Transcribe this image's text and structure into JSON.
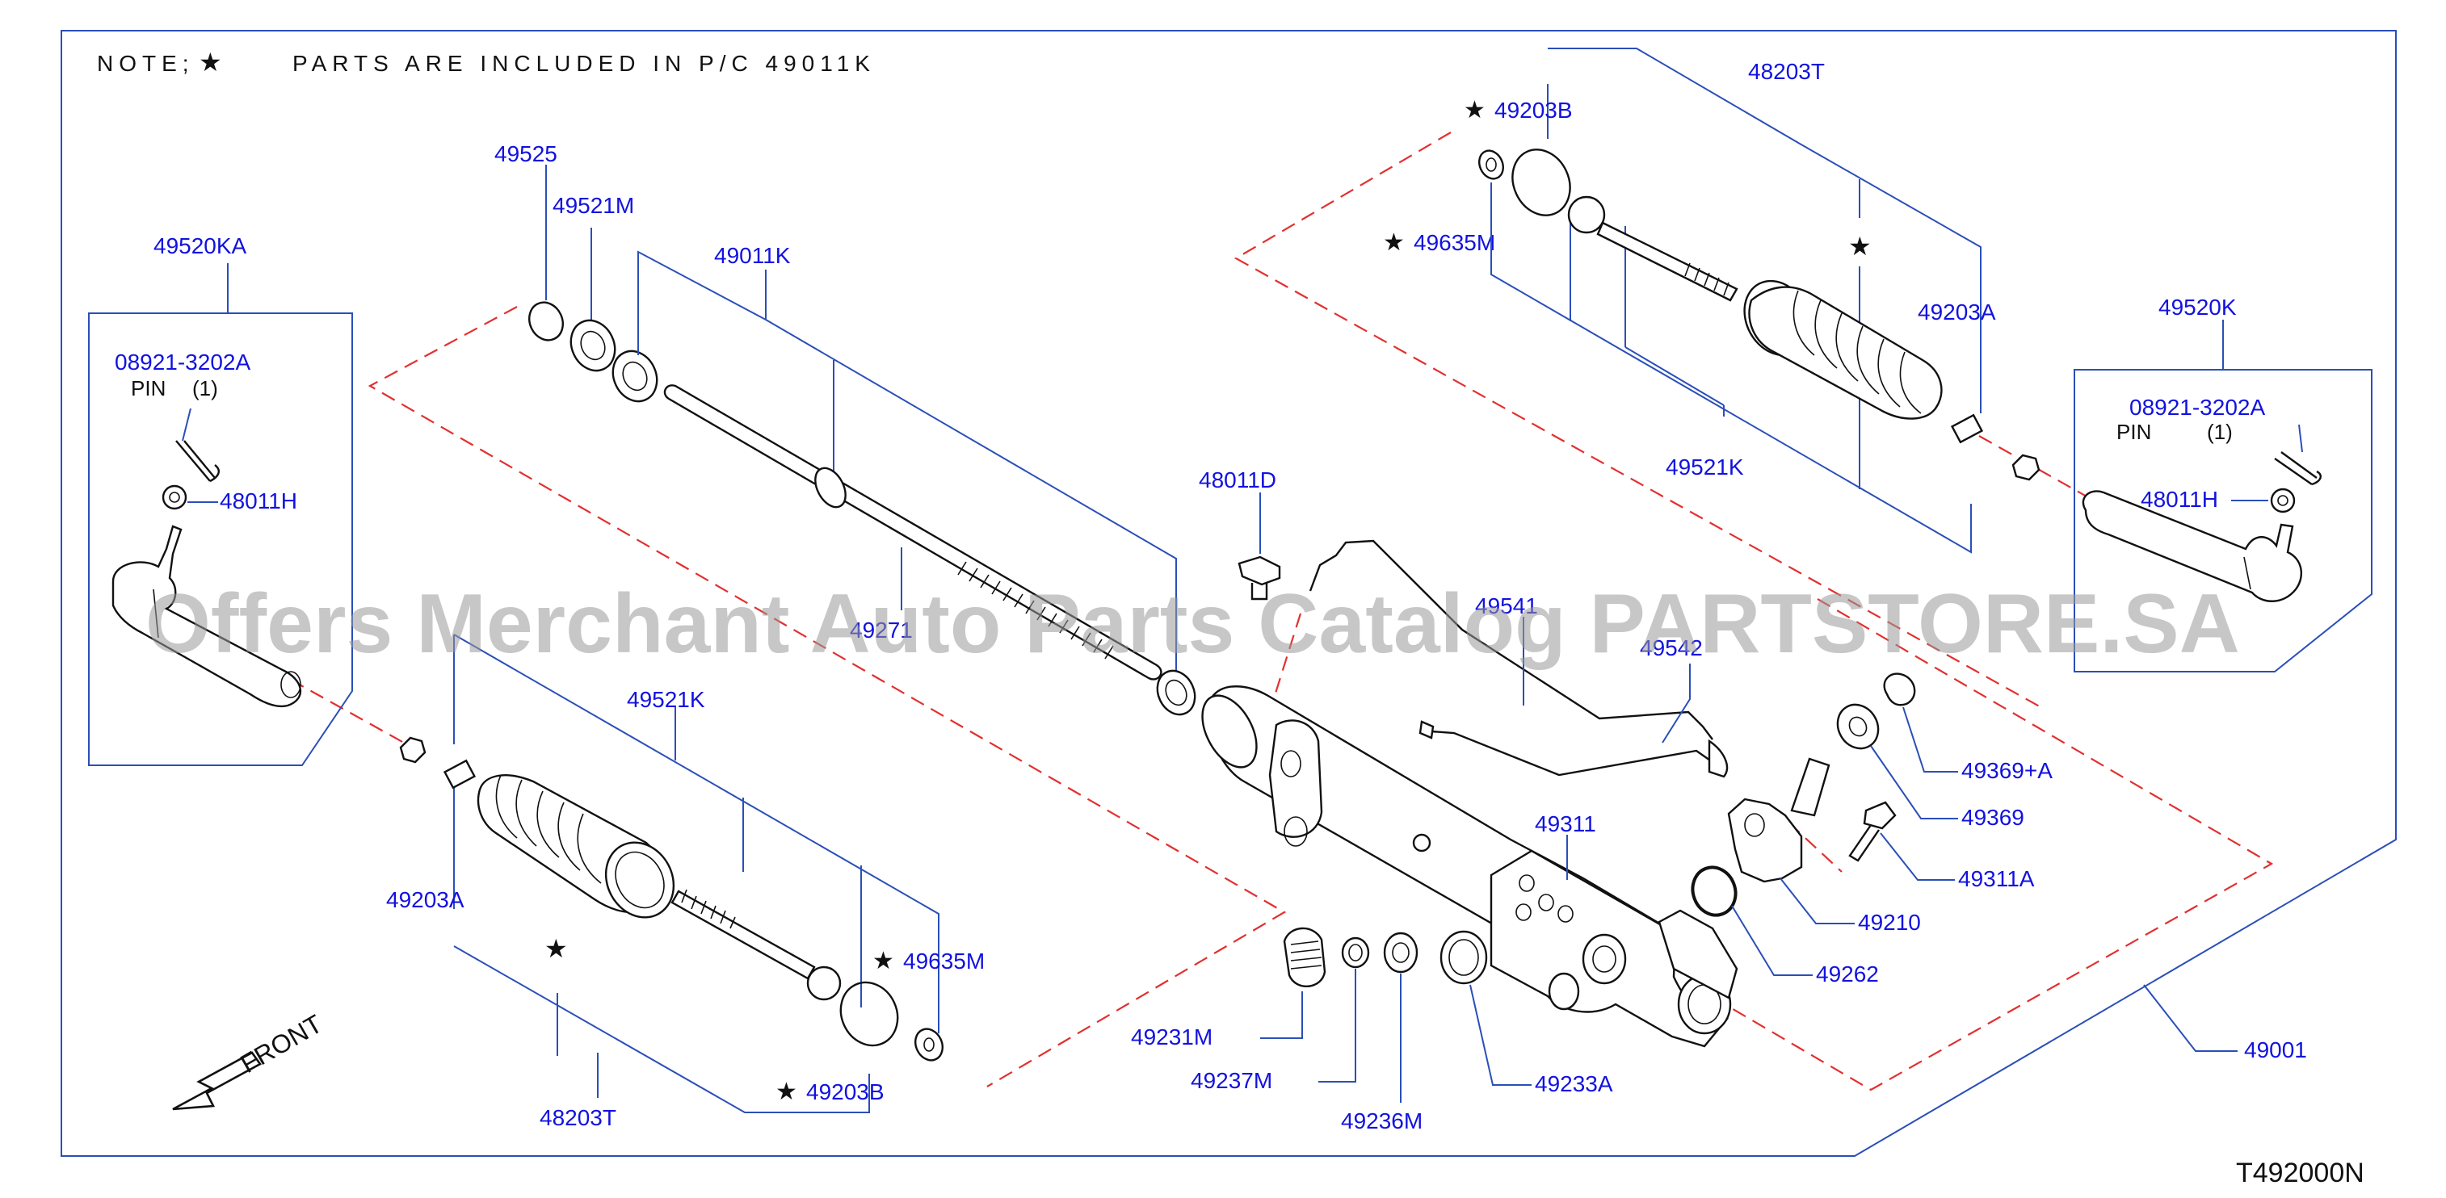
{
  "note": {
    "prefix": "NOTE;",
    "star": "★",
    "text": "PARTS ARE INCLUDED IN P/C 49011K"
  },
  "diagram_code": "T492000N",
  "watermark": "Offers Merchant Auto Parts Catalog PARTSTORE.SA",
  "front_label": "FRONT",
  "labels": {
    "p49520KA": "49520KA",
    "p08921_left": "08921-3202A",
    "pin_left": "PIN",
    "qty_left": "(1)",
    "p48011H_left": "48011H",
    "p49525": "49525",
    "p49521M": "49521M",
    "p49011K": "49011K",
    "p49271": "49271",
    "p49521K_top": "49521K",
    "p49521K_bottom": "49521K",
    "p49203A_left": "49203A",
    "p49203A_right": "49203A",
    "p48203T_top": "48203T",
    "p48203T_bottom": "48203T",
    "p49203B_top": "49203B",
    "p49203B_bottom": "49203B",
    "p49635M_top": "49635M",
    "p49635M_bottom": "49635M",
    "p49520K": "49520K",
    "p08921_right": "08921-3202A",
    "pin_right": "PIN",
    "qty_right": "(1)",
    "p48011H_right": "48011H",
    "p48011D": "48011D",
    "p49541": "49541",
    "p49542": "49542",
    "p49311": "49311",
    "p49369A": "49369+A",
    "p49369": "49369",
    "p49311A": "49311A",
    "p49210": "49210",
    "p49262": "49262",
    "p49001": "49001",
    "p49231M": "49231M",
    "p49237M": "49237M",
    "p49236M": "49236M",
    "p49233A": "49233A"
  },
  "colors": {
    "label": "#1212e0",
    "leader": "#2a4fb8",
    "dashed": "#e23030",
    "line_art": "#111111"
  }
}
